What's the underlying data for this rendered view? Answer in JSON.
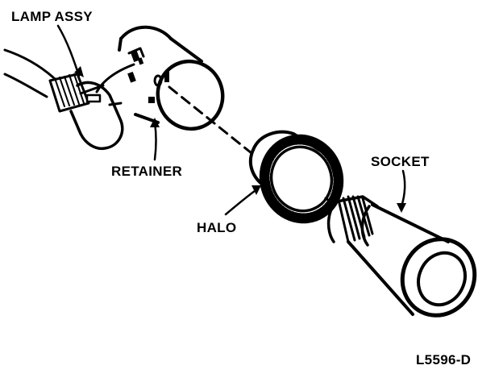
{
  "labels": {
    "lamp_assy": "LAMP ASSY",
    "retainer": "RETAINER",
    "halo": "HALO",
    "socket": "SOCKET",
    "figure_code": "L5596-D"
  },
  "colors": {
    "ink": "#000000",
    "paper": "#ffffff"
  },
  "icons": {
    "callout_arrow": "leader-arrow"
  }
}
